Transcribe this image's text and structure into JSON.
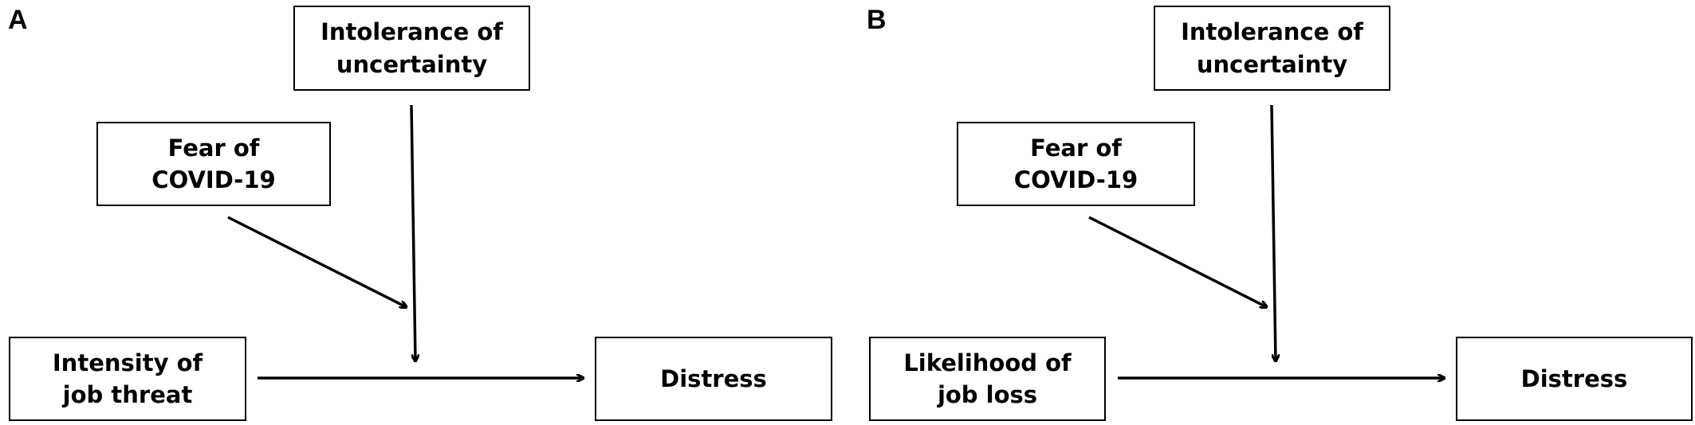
{
  "panels": [
    {
      "letter": "A",
      "moderator_1": {
        "line1": "Intolerance of",
        "line2": "uncertainty"
      },
      "moderator_2": {
        "line1": "Fear of",
        "line2": "COVID-19"
      },
      "predictor": {
        "line1": "Intensity of",
        "line2": "job threat"
      },
      "outcome": {
        "line1": "Distress"
      }
    },
    {
      "letter": "B",
      "moderator_1": {
        "line1": "Intolerance of",
        "line2": "uncertainty"
      },
      "moderator_2": {
        "line1": "Fear of",
        "line2": "COVID-19"
      },
      "predictor": {
        "line1": "Likelihood of",
        "line2": "job loss"
      },
      "outcome": {
        "line1": "Distress"
      }
    }
  ],
  "colors": {
    "line": "#000000",
    "box_border": "#000000",
    "background": "#ffffff"
  }
}
